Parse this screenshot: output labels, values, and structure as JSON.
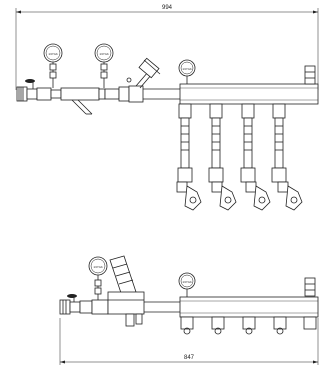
{
  "drawing": {
    "top_assembly": {
      "overall_dimension": "994",
      "gauge_labels": [
        "1/4\"Gb",
        "1/4\"Gb",
        "1/4\"Gb"
      ]
    },
    "bottom_assembly": {
      "overall_dimension": "847",
      "gauge_labels": [
        "1/4\"Gb",
        "1/4\"Gb"
      ]
    }
  }
}
